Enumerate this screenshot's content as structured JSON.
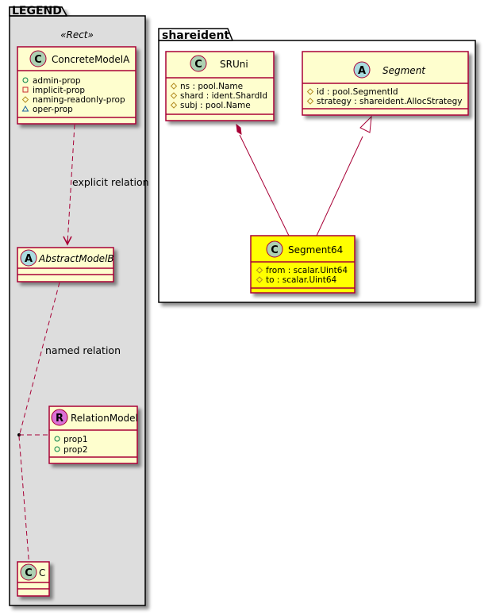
{
  "colors": {
    "class_fill": "#FEFECE",
    "class_border": "#A80036",
    "highlight_fill": "#FFFF00",
    "legend_fill": "#DDDDDD",
    "package_fill": "#FFFFFF",
    "spot_class": "#ADD1B2",
    "spot_abstract": "#A9DCDF",
    "spot_relation": "#DA70D6",
    "visibility_public": "#038048",
    "visibility_private": "#C82930",
    "visibility_protected": "#B38D22",
    "visibility_package": "#1963A0"
  },
  "legend": {
    "title": "LEGEND",
    "stereotype": "«Rect»",
    "concrete_model": {
      "spot": "C",
      "name": "ConcreteModelA",
      "attributes": [
        {
          "visibility": "public",
          "text": "admin-prop"
        },
        {
          "visibility": "private",
          "text": "implicit-prop"
        },
        {
          "visibility": "protected",
          "text": "naming-readonly-prop"
        },
        {
          "visibility": "package",
          "text": "oper-prop"
        }
      ]
    },
    "abstract_model": {
      "spot": "A",
      "name": "AbstractModelB"
    },
    "relation_model": {
      "spot": "R",
      "name": "RelationModel",
      "attributes": [
        {
          "visibility": "public",
          "text": "prop1"
        },
        {
          "visibility": "public",
          "text": "prop2"
        }
      ]
    },
    "class_c": {
      "spot": "C",
      "name": "C"
    },
    "edges": {
      "explicit": "explicit relation",
      "named": "named relation"
    }
  },
  "package": {
    "title": "shareident",
    "sruni": {
      "spot": "C",
      "name": "SRUni",
      "attributes": [
        {
          "visibility": "protected",
          "text": "ns : pool.Name"
        },
        {
          "visibility": "protected",
          "text": "shard : ident.ShardId"
        },
        {
          "visibility": "protected",
          "text": "subj : pool.Name"
        }
      ]
    },
    "segment": {
      "spot": "A",
      "name": "Segment",
      "attributes": [
        {
          "visibility": "protected",
          "text": "id : pool.SegmentId"
        },
        {
          "visibility": "protected",
          "text": "strategy : shareident.AllocStrategy"
        }
      ]
    },
    "segment64": {
      "spot": "C",
      "name": "Segment64",
      "attributes": [
        {
          "visibility": "protected",
          "text": "from : scalar.Uint64"
        },
        {
          "visibility": "protected",
          "text": "to : scalar.Uint64"
        }
      ]
    },
    "relations": [
      {
        "from": "SRUni",
        "to": "Segment64",
        "type": "composition"
      },
      {
        "from": "Segment64",
        "to": "Segment",
        "type": "inheritance"
      }
    ]
  }
}
